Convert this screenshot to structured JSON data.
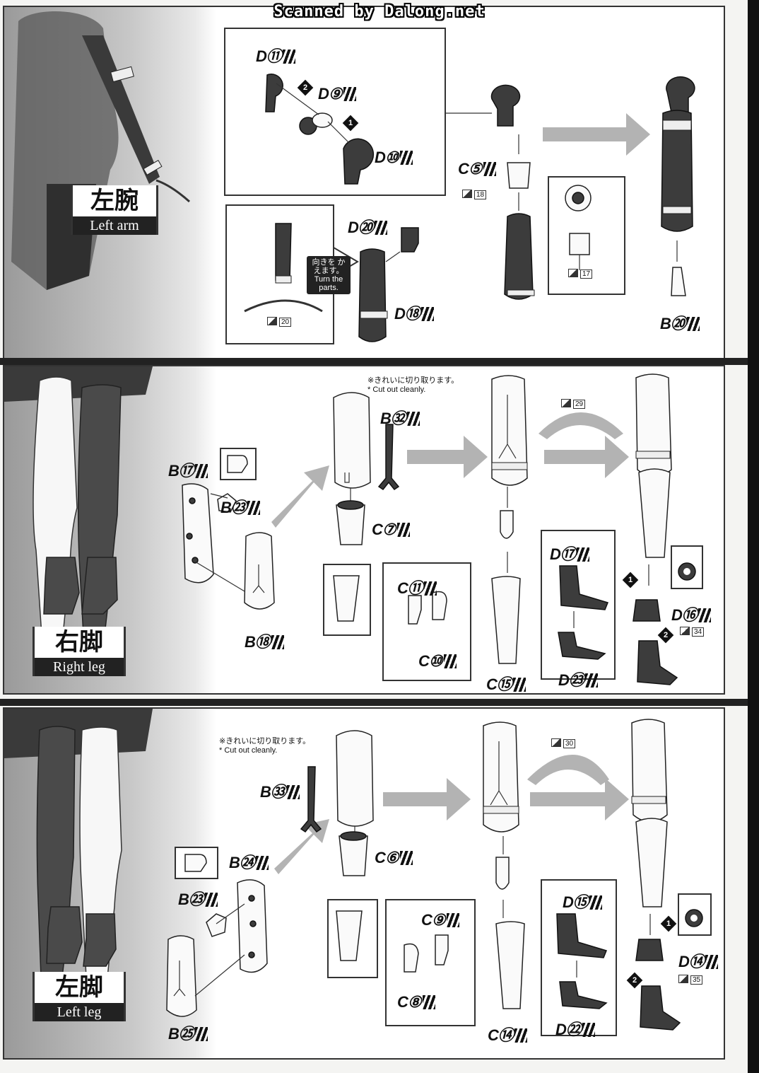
{
  "scanner_credit": "Scanned by Dalong.net",
  "sections": {
    "left_arm": {
      "title_jp": "左腕",
      "title_en": "Left arm",
      "labels": {
        "d11": "D⑪",
        "d9": "D⑨",
        "d10": "D⑩",
        "c5": "C⑤",
        "d20": "D⑳",
        "d18": "D⑱",
        "b20": "B⑳"
      },
      "turn_note_jp": "向きを かえます。",
      "turn_note_en": "Turn the parts.",
      "markers": {
        "m18": "18",
        "m17": "17",
        "m20": "20"
      },
      "steps": {
        "s1": "1",
        "s2": "2"
      }
    },
    "right_leg": {
      "title_jp": "右脚",
      "title_en": "Right leg",
      "labels": {
        "b17": "B⑰",
        "b23": "B㉓",
        "b18": "B⑱",
        "b32": "B㉜",
        "c7": "C⑦",
        "c11": "C⑪",
        "c10": "C⑩",
        "c15": "C⑮",
        "d17": "D⑰",
        "d23": "D㉓",
        "d16": "D⑯"
      },
      "cut_note_jp": "※きれいに切り取ります。",
      "cut_note_en": "* Cut out cleanly.",
      "markers": {
        "m29": "29",
        "m34": "34"
      },
      "steps": {
        "s1": "1",
        "s2": "2"
      }
    },
    "left_leg": {
      "title_jp": "左脚",
      "title_en": "Left leg",
      "labels": {
        "b24": "B㉔",
        "b23": "B㉓",
        "b25": "B㉕",
        "b33": "B㉝",
        "c6": "C⑥",
        "c9": "C⑨",
        "c8": "C⑧",
        "c14": "C⑭",
        "d15": "D⑮",
        "d22": "D㉒",
        "d14": "D⑭"
      },
      "cut_note_jp": "※きれいに切り取ります。",
      "cut_note_en": "* Cut out cleanly.",
      "markers": {
        "m30": "30",
        "m35": "35"
      },
      "steps": {
        "s1": "1",
        "s2": "2"
      }
    }
  }
}
